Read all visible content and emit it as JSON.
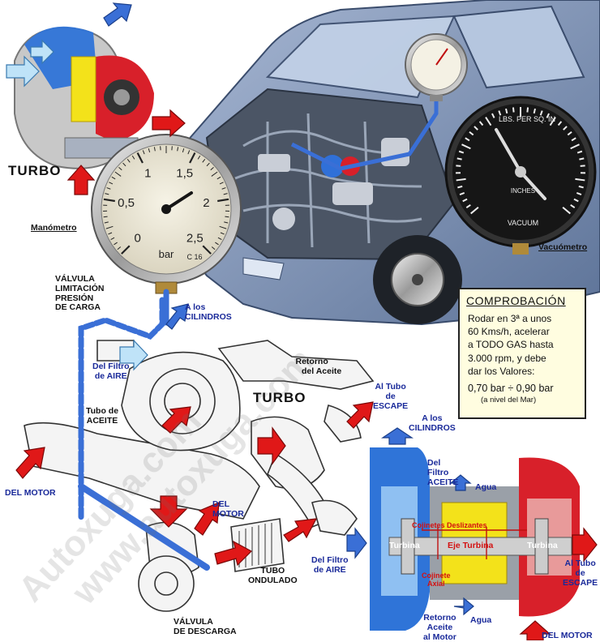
{
  "top": {
    "turbo_title": "TURBO",
    "manometro": "Manómetro",
    "vacuometro": "Vacuómetro",
    "gauge_bar_ticks": [
      "0",
      "0,5",
      "1",
      "1,5",
      "2",
      "2,5"
    ],
    "gauge_bar_unit": "bar",
    "gauge_bar_code": "C 16",
    "vac_gauge_text": [
      "LBS. PER SQ. IN",
      "INCHES",
      "VACUUM"
    ]
  },
  "middle": {
    "valvula_limitacion": [
      "VÁLVULA",
      "LIMITACIÓN",
      "PRESIÓN",
      "DE CARGA"
    ],
    "a_los_cilindros_1": [
      "A  los",
      "CILINDROS"
    ],
    "del_filtro_aire": [
      "Del Filtro",
      "de AIRE"
    ],
    "retorno_aceite": [
      "Retorno",
      "del Aceite"
    ],
    "turbo_middle": "TURBO",
    "al_tubo_escape": [
      "Al Tubo",
      "de",
      "ESCAPE"
    ],
    "tubo_aceite": [
      "Tubo de",
      "ACEITE"
    ],
    "a_los_cilindros_2": [
      "A  los",
      "CILINDROS"
    ],
    "del_motor_left": "DEL MOTOR",
    "del_motor_mid": [
      "DEL",
      "MOTOR"
    ],
    "tubo_ondulado": [
      "TUBO",
      "ONDULADO"
    ],
    "valvula_descarga": [
      "VÁLVULA",
      "DE DESCARGA"
    ]
  },
  "check_box": {
    "title": "COMPROBACIÓN",
    "body": [
      "Rodar en 3ª a unos",
      "60 Kms/h, acelerar",
      "a TODO GAS  hasta",
      "3.000 rpm, y debe",
      "dar los Valores:"
    ],
    "values": "0,70 bar ÷ 0,90 bar",
    "note": "(a nivel del Mar)"
  },
  "cutaway": {
    "del_filtro_aceite": [
      "Del",
      "Filtro",
      "ACEITE"
    ],
    "agua_top": "Agua",
    "cojinetes_deslizantes": "Cojinetes Deslizantes",
    "turbina_left": "Turbina",
    "eje_turbina": "Eje Turbina",
    "turbina_right": "Turbina",
    "del_filtro_aire": [
      "Del Filtro",
      "de AIRE"
    ],
    "al_tubo_escape": [
      "Al Tubo",
      "de",
      "ESCAPE"
    ],
    "cojinete_axial": [
      "Cojinete",
      "Axial"
    ],
    "retorno_aceite": [
      "Retorno",
      "Aceite",
      "al Motor"
    ],
    "agua_bottom": "Agua",
    "del_motor": "DEL MOTOR"
  },
  "watermarks": [
    "Autoxuga.com",
    "www.autoxuga.com"
  ],
  "colors": {
    "arrow_red": "#e01818",
    "pipe_blue": "#3a6fd6",
    "label_navy": "#1a2a9a",
    "car_body": "#7d93b8",
    "compressor_blue": "#2f74d8",
    "turbine_red": "#d8202a",
    "bearing_yellow": "#f3e21a"
  }
}
